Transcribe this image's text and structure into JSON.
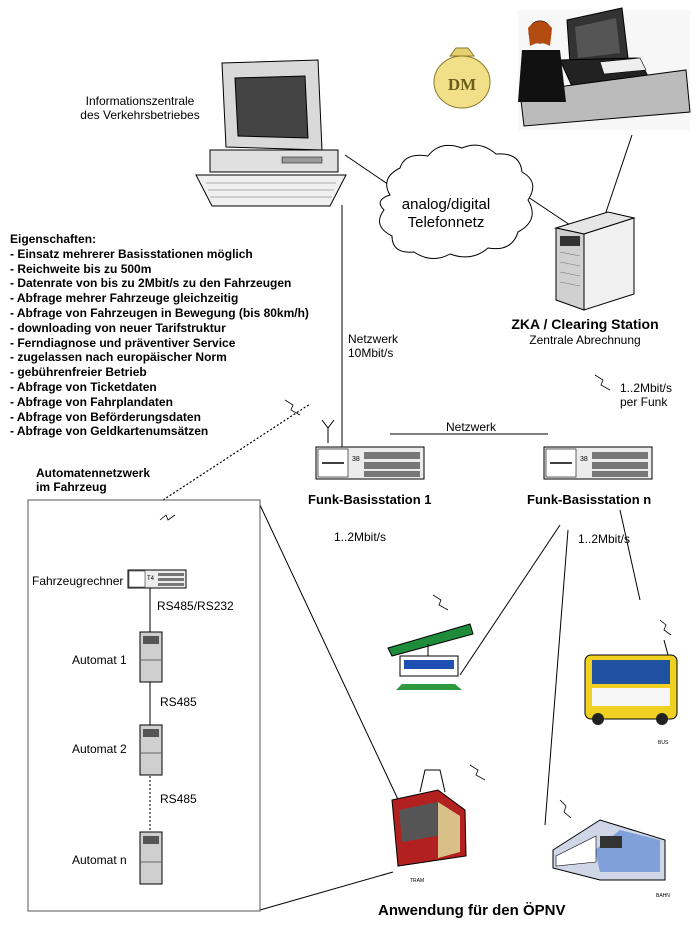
{
  "info_center": {
    "line1": "Informationszentrale",
    "line2": "des Verkehrsbetriebes"
  },
  "money_bag": {
    "text": "DM"
  },
  "cloud": {
    "line1": "analog/digital",
    "line2": "Telefonnetz"
  },
  "features": {
    "title": "Eigenschaften:",
    "items": [
      "- Einsatz mehrerer Basisstationen möglich",
      "- Reichweite bis zu 500m",
      "- Datenrate von bis zu 2Mbit/s zu den Fahrzeugen",
      "- Abfrage mehrer Fahrzeuge gleichzeitig",
      "- Abfrage von Fahrzeugen in Bewegung (bis 80km/h)",
      "- downloading von neuer Tarifstruktur",
      "- Ferndiagnose und präventiver Service",
      "- zugelassen nach europäischer Norm",
      "- gebührenfreier Betrieb",
      "- Abfrage von Ticketdaten",
      "- Abfrage von Fahrplandaten",
      "- Abfrage von Beförderungsdaten",
      "- Abfrage von Geldkartenumsätzen"
    ]
  },
  "zka": {
    "title": "ZKA / Clearing Station",
    "subtitle": "Zentrale Abrechnung"
  },
  "network_link": {
    "line1": "Netzwerk",
    "line2": "10Mbit/s"
  },
  "funk_link": {
    "line1": "1..2Mbit/s",
    "line2": "per Funk"
  },
  "network_between": "Netzwerk",
  "base1": {
    "title": "Funk-Basisstation 1",
    "rate": "1..2Mbit/s",
    "device_label": "38"
  },
  "basen": {
    "title": "Funk-Basisstation n",
    "rate": "1..2Mbit/s",
    "device_label": "38"
  },
  "vehicle_net": {
    "line1": "Automatennetzwerk",
    "line2": "im Fahrzeug"
  },
  "vehicle_computer": {
    "label": "Fahrzeugrechner",
    "device_label": "T4"
  },
  "links": {
    "rs485_232": "RS485/RS232",
    "rs485_a": "RS485",
    "rs485_b": "RS485"
  },
  "automats": [
    "Automat 1",
    "Automat 2",
    "Automat n"
  ],
  "vehicle_labels": {
    "bus": "BUS",
    "tram": "TRAM",
    "train": "BAHN"
  },
  "bottom_title": "Anwendung für den ÖPNV"
}
